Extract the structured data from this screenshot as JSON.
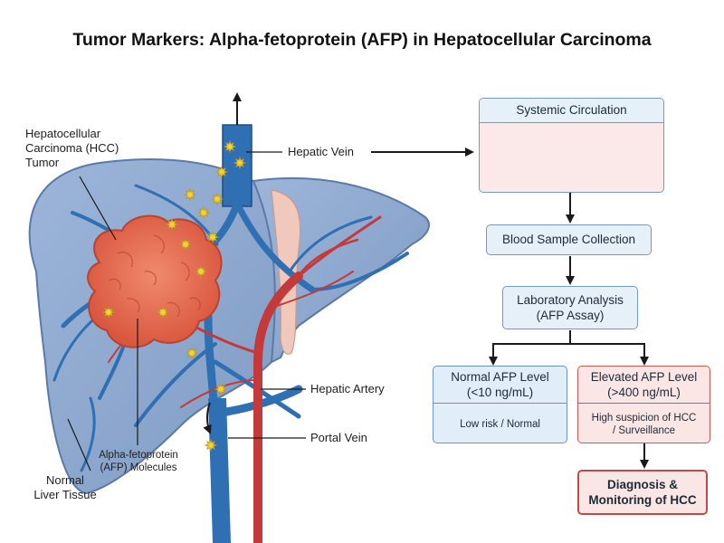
{
  "title": "Tumor Markers: Alpha-fetoprotein (AFP) in Hepatocellular Carcinoma",
  "labels": {
    "hcc_tumor": [
      "Hepatocellular",
      "Carcinoma (HCC)",
      "Tumor"
    ],
    "hepatic_vein": "Hepatic Vein",
    "hepatic_artery": "Hepatic Artery",
    "portal_vein": "Portal Vein",
    "afp_molecules": [
      "Alpha-fetoprotein",
      "(AFP) Molecules"
    ],
    "normal_tissue": [
      "Normal",
      "Liver Tissue"
    ]
  },
  "flow": {
    "circulation": "Systemic Circulation",
    "sample": "Blood Sample Collection",
    "lab": [
      "Laboratory Analysis",
      "(AFP Assay)"
    ],
    "normal": {
      "title": [
        "Normal AFP Level",
        "(<10 ng/mL)"
      ],
      "detail": "Low risk / Normal"
    },
    "elevated": {
      "title": [
        "Elevated AFP Level",
        "(>400 ng/mL)"
      ],
      "detail": [
        "High suspicion of HCC",
        "/ Surveillance"
      ]
    },
    "diagnosis": [
      "Diagnosis &",
      "Monitoring of HCC"
    ]
  },
  "colors": {
    "liver": "#8fa9cf",
    "vein": "#2f6fb3",
    "artery": "#c43a3a",
    "tumor": "#e8735a",
    "afp": "#f3d232",
    "box_border": "#7a98b8",
    "elevated_border": "#c65a5a"
  }
}
